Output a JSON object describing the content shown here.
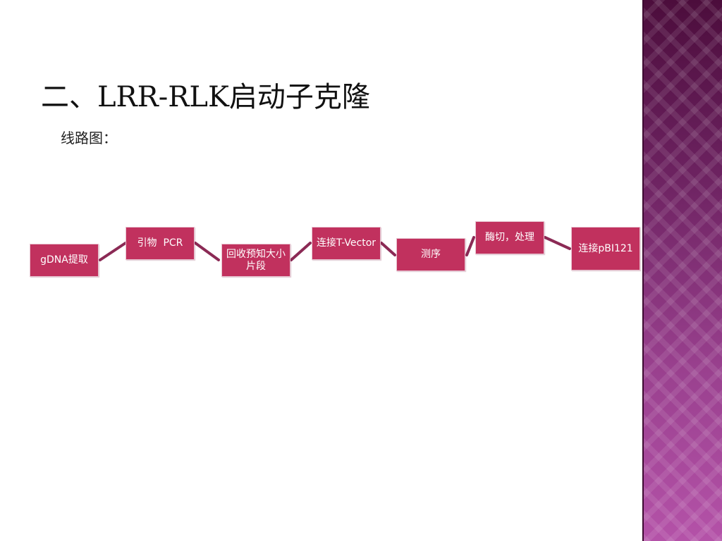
{
  "slide": {
    "title": "二、LRR-RLK启动子克隆",
    "subtitle": "线路图："
  },
  "flow": {
    "steps": [
      {
        "id": "gdna",
        "label": "gDNA提取"
      },
      {
        "id": "primer-pcr",
        "label": "引物  PCR"
      },
      {
        "id": "recover",
        "label": "回收预知大小片段"
      },
      {
        "id": "t-vector",
        "label": "连接T-Vector"
      },
      {
        "id": "sequencing",
        "label": "测序"
      },
      {
        "id": "digest",
        "label": "酶切，处理"
      },
      {
        "id": "pbi121",
        "label": "连接pBI121"
      }
    ],
    "box_color": "#c1315e",
    "connector_color": "#8b2a55"
  },
  "theme": {
    "accent": "#7a2a6e"
  }
}
